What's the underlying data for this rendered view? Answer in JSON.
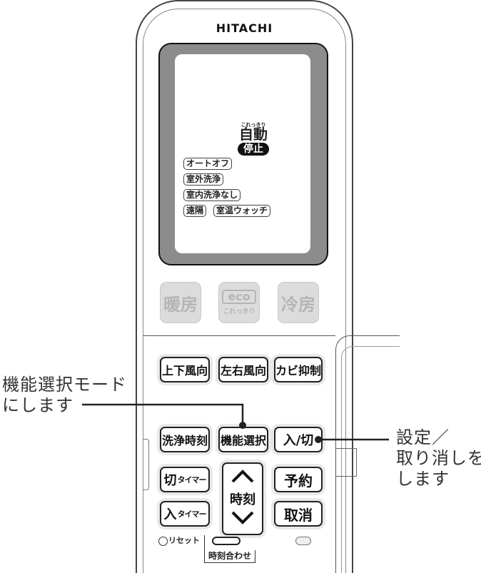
{
  "brand": "HITACHI",
  "display": {
    "mode_ruby": "これっきり",
    "mode_label": "自動",
    "status_badge": "停止",
    "tags": [
      "オートオフ",
      "室外洗浄",
      "室内洗浄なし",
      "遠隔",
      "室温ウォッチ"
    ]
  },
  "mode_buttons": {
    "heat": "暖房",
    "eco_logo": "eco",
    "eco_sub": "これっきり",
    "cool": "冷房"
  },
  "airflow_buttons": {
    "vertical": "上下風向",
    "horizontal": "左右風向",
    "mold": "カビ抑制"
  },
  "function_buttons": {
    "wash_time": "洗浄時刻",
    "function_select": "機能選択",
    "on_off": "入/切",
    "off_timer_main": "切",
    "off_timer_sub": "タイマー",
    "on_timer_main": "入",
    "on_timer_sub": "タイマー",
    "time_label": "時刻",
    "reserve": "予約",
    "cancel": "取消",
    "reset": "リセット",
    "clock_set": "時刻合わせ"
  },
  "annotations": {
    "left_line1": "機能選択モード",
    "left_line2": "にします",
    "right_line1": "設定／",
    "right_line2": "取り消しを",
    "right_line3": "します"
  },
  "colors": {
    "screen_frame": "#8c8c8c",
    "screen_inner": "#ffffff",
    "button_outline": "#222222",
    "soft_button": "#dcdcdc"
  }
}
